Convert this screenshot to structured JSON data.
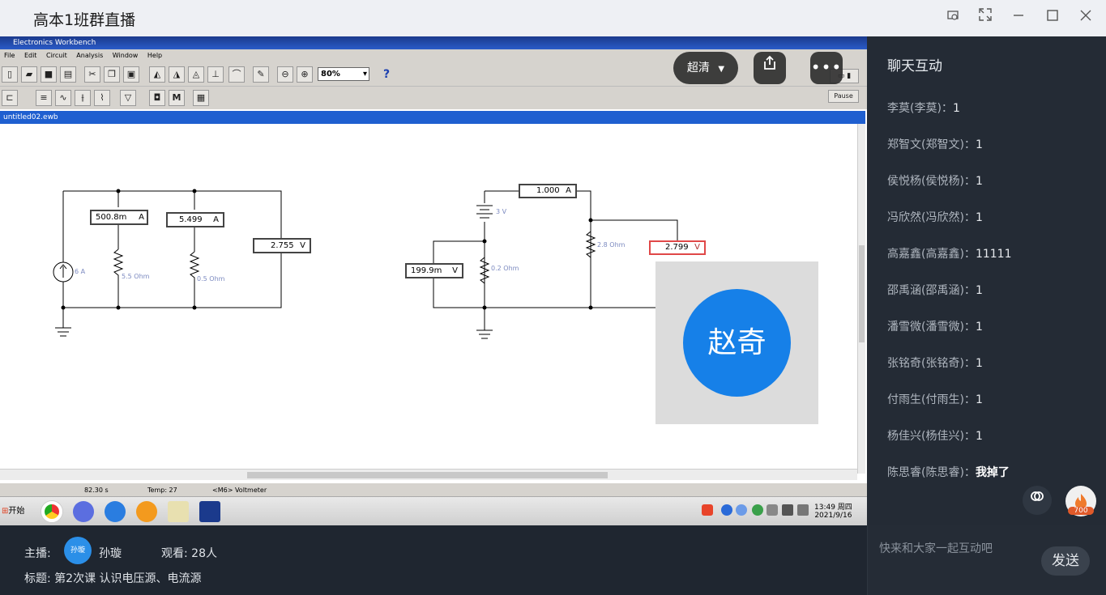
{
  "window": {
    "title": "高本1班群直播",
    "buttons": [
      "screen-mode-icon",
      "fullscreen-icon",
      "minimize-icon",
      "maximize-icon",
      "close-icon"
    ]
  },
  "stream_overlay": {
    "quality_label": "超清",
    "share_icon": "share-icon",
    "more_icon": "more-icon"
  },
  "ewb": {
    "app_title": "Electronics Workbench",
    "menu": [
      "File",
      "Edit",
      "Circuit",
      "Analysis",
      "Window",
      "Help"
    ],
    "zoom": "80%",
    "pause_label": "Pause",
    "doc_title": "untitled02.ewb",
    "circuit_left": {
      "source_label": "6 A",
      "ammeter1": "500.8m",
      "ammeter1_unit": "A",
      "ammeter2": "5.499",
      "ammeter2_unit": "A",
      "voltmeter": "2.755",
      "voltmeter_unit": "V",
      "r1": "5.5  Ohm",
      "r2": "0.5  Ohm"
    },
    "circuit_right": {
      "battery_label": "3 V",
      "ammeter": "1.000",
      "ammeter_unit": "A",
      "voltmeter_left": "199.9m",
      "voltmeter_left_unit": "V",
      "voltmeter_right": "2.799",
      "voltmeter_right_unit": "V",
      "r1": "2.8  Ohm",
      "r2": "0.2  Ohm"
    },
    "status": {
      "time": "82.30 s",
      "temp": "Temp:  27",
      "component": "<M6> Voltmeter"
    },
    "taskbar": {
      "start_label": "开始",
      "clock_time": "13:49 周四",
      "clock_date": "2021/9/16"
    }
  },
  "camera": {
    "name": "赵奇"
  },
  "chat": {
    "header": "聊天互动",
    "messages": [
      {
        "name": "李莫(李莫)：",
        "msg": "1"
      },
      {
        "name": "郑智文(郑智文)：",
        "msg": "1"
      },
      {
        "name": "侯悦杨(侯悦杨)：",
        "msg": "1"
      },
      {
        "name": "冯欣然(冯欣然)：",
        "msg": "1"
      },
      {
        "name": "高嘉鑫(高嘉鑫)：",
        "msg": "11111"
      },
      {
        "name": "邵禹涵(邵禹涵)：",
        "msg": "1"
      },
      {
        "name": "潘雪微(潘雪微)：",
        "msg": "1"
      },
      {
        "name": "张铭奇(张铭奇)：",
        "msg": "1"
      },
      {
        "name": "付雨生(付雨生)：",
        "msg": "1"
      },
      {
        "name": "杨佳兴(杨佳兴)：",
        "msg": "1"
      },
      {
        "name": "陈思睿(陈思睿)：",
        "msg": "我掉了"
      }
    ],
    "like_count": "700",
    "input_placeholder": "快来和大家一起互动吧",
    "send_label": "发送"
  },
  "footer": {
    "host_label": "主播:",
    "host_avatar_text": "孙璇",
    "host_name": "孙璇",
    "viewers": "观看: 28人",
    "topic": "标题: 第2次课 认识电压源、电流源"
  }
}
